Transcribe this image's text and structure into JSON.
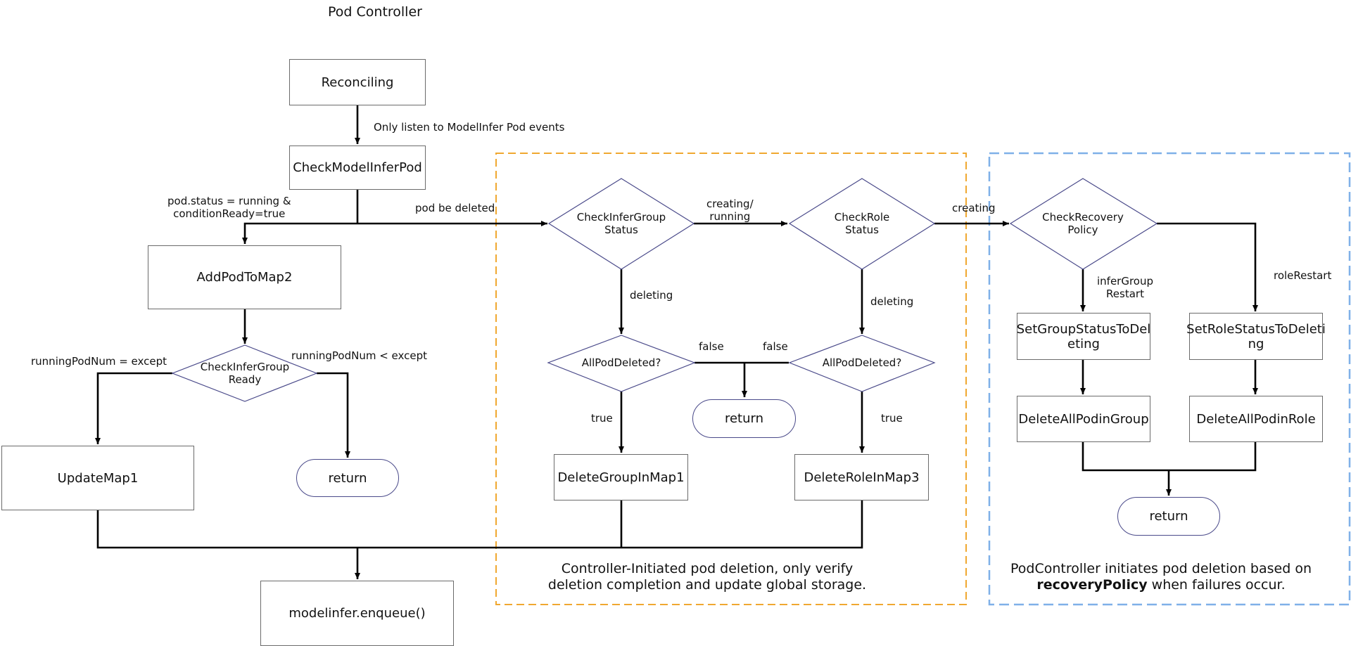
{
  "title": "Pod Controller",
  "nodes": {
    "reconciling": "Reconciling",
    "check_pod": "CheckModelInferPod",
    "add_pod": "AddPodToMap2",
    "check_ready": [
      "CheckInferGroup",
      "Ready"
    ],
    "update_map1": "UpdateMap1",
    "return_left": "return",
    "enqueue": "modelinfer.enqueue()",
    "check_group_status": [
      "CheckInferGroup",
      "Status"
    ],
    "all_pod_deleted_1": "AllPodDeleted?",
    "delete_group": "DeleteGroupInMap1",
    "return_mid": "return",
    "check_role_status": [
      "CheckRole",
      "Status"
    ],
    "all_pod_deleted_2": "AllPodDeleted?",
    "delete_role": "DeleteRoleInMap3",
    "check_recovery": [
      "CheckRecovery",
      "Policy"
    ],
    "set_group_deleting": [
      "SetGroupStatusToDel",
      "eting"
    ],
    "set_role_deleting": [
      "SetRoleStatusToDeleti",
      "ng"
    ],
    "delete_all_group": "DeleteAllPodinGroup",
    "delete_all_role": "DeleteAllPodinRole",
    "return_right": "return"
  },
  "edges": {
    "only_listen": "Only listen to ModelInfer Pod events",
    "pod_running": [
      "pod.status = running &",
      "conditionReady=true"
    ],
    "pod_deleted": "pod be deleted",
    "running_eq": "runningPodNum = except",
    "running_lt": "runningPodNum < except",
    "creating_running": [
      "creating/",
      "running"
    ],
    "creating": "creating",
    "deleting_1": "deleting",
    "deleting_2": "deleting",
    "false_1": "false",
    "false_2": "false",
    "true_1": "true",
    "true_2": "true",
    "infer_group_restart": [
      "inferGroup",
      "Restart"
    ],
    "role_restart": "roleRestart"
  },
  "notes": {
    "orange": {
      "line1": "Controller-Initiated pod deletion, only verify",
      "line2": "deletion completion and update global storage."
    },
    "blue": {
      "line1": "PodController initiates pod deletion based on",
      "line2_bold": "recoveryPolicy",
      "line2_rest": " when failures occur."
    }
  },
  "colors": {
    "orange_box": "#f0a830",
    "blue_box": "#7fb0e8",
    "diamond_stroke": "#4a4a8a",
    "pill_stroke": "#4a4a8a",
    "line": "#000000"
  }
}
